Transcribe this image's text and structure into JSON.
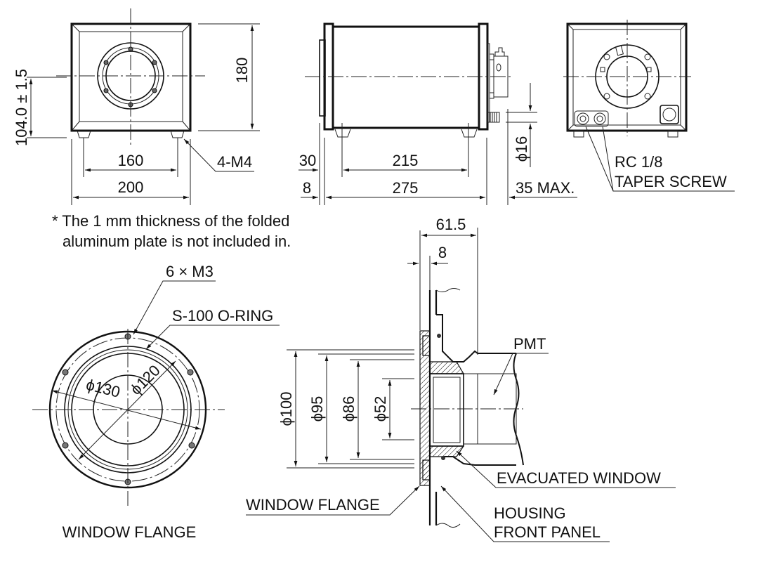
{
  "title": "PMT housing dimensional outline",
  "front_view": {
    "dim_height": "180",
    "dim_center_height": "104.0 ± 1.5",
    "dim_foot_pitch": "160",
    "dim_width": "200",
    "callout_feet": "4-M4"
  },
  "side_view": {
    "dim_flange_offset": "30",
    "dim_foot_pitch": "215",
    "dim_plate": "8",
    "dim_length": "275",
    "dim_connector_max": "35 MAX.",
    "dim_port_dia": "ϕ16"
  },
  "rear_view": {
    "callout_line1": "RC 1/8",
    "callout_line2": "TAPER SCREW"
  },
  "note": {
    "line1": "* The 1 mm thickness of the folded",
    "line2": "aluminum plate is not included in."
  },
  "flange_view": {
    "callout_screws": "6 × M3",
    "callout_oring": "S-100 O-RING",
    "dim_outer": "ϕ130",
    "dim_bolt": "ϕ120",
    "caption": "WINDOW FLANGE"
  },
  "section_view": {
    "dim_depth": "61.5",
    "dim_flange": "8",
    "dim_100": "ϕ100",
    "dim_95": "ϕ95",
    "dim_86": "ϕ86",
    "dim_52": "ϕ52",
    "label_pmt": "PMT",
    "label_evacuated_window": "EVACUATED WINDOW",
    "label_window_flange": "WINDOW FLANGE",
    "label_housing_line1": "HOUSING",
    "label_housing_line2": "FRONT PANEL"
  }
}
